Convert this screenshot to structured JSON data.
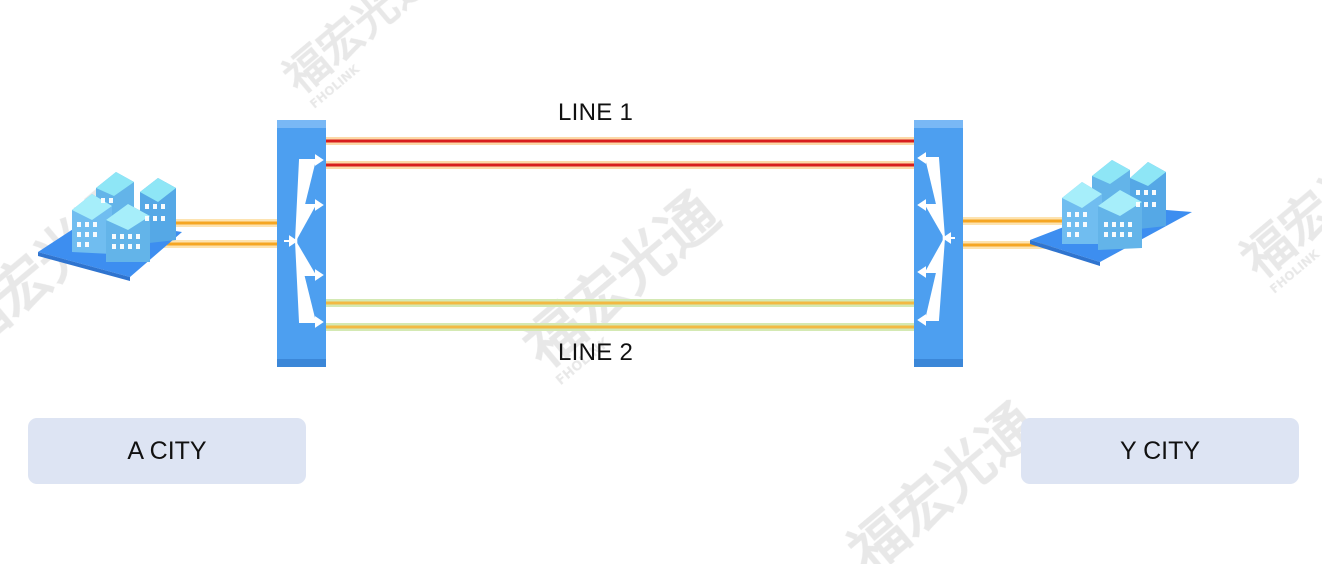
{
  "diagram": {
    "lines": [
      {
        "label": "LINE 1",
        "color": "#e02020",
        "glow": "#f5a623"
      },
      {
        "label": "LINE 2",
        "color": "#f2c24a",
        "glow": "#b9d97a"
      }
    ],
    "cities": [
      {
        "label": "A CITY"
      },
      {
        "label": "Y CITY"
      }
    ],
    "colors": {
      "device": "#4d9ff0",
      "device_edge": "#3b87d8",
      "city_box": "#dde4f3",
      "local_link": "#f5a623",
      "building_roof": "#8ee6f6",
      "building_wall": "#63b4e9",
      "ground": "#3d8ef0"
    },
    "watermark": {
      "text": "福宏光通",
      "logo_text": "FHOLINK"
    }
  }
}
